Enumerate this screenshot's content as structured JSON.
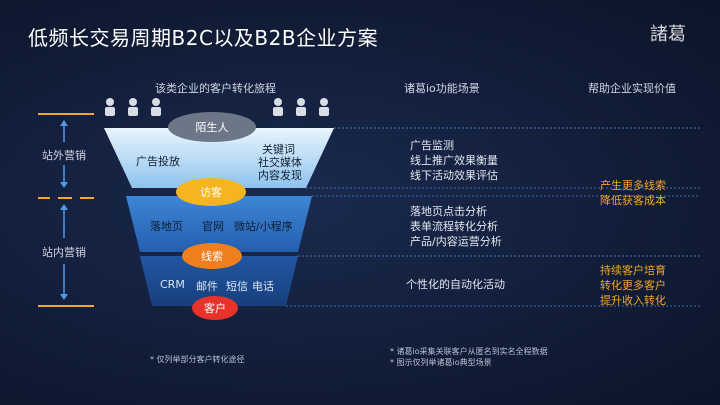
{
  "title": "低频长交易周期B2C以及B2B企业方案",
  "logo": "諸葛",
  "columns": {
    "funnel": "该类企业的客户转化旅程",
    "function": "诸葛io功能场景",
    "value": "帮助企业实现价值"
  },
  "stages": {
    "outside": "站外营销",
    "inside": "站内营销"
  },
  "funnel": {
    "ovals": [
      "陌生人",
      "访客",
      "线索",
      "客户"
    ],
    "layer1": {
      "left": "广告投放",
      "right": [
        "关键词",
        "社交媒体",
        "内容发现"
      ]
    },
    "layer2": [
      "落地页",
      "官网",
      "微站/小程序"
    ],
    "layer3": [
      "CRM",
      "邮件",
      "短信",
      "电话"
    ]
  },
  "functions": {
    "group1": [
      "广告监测",
      "线上推广效果衡量",
      "线下活动效果评估"
    ],
    "group2": [
      "落地页点击分析",
      "表单流程转化分析",
      "产品/内容运营分析"
    ],
    "group3": [
      "个性化的自动化活动"
    ]
  },
  "values": {
    "group1": [
      "产生更多线索",
      "降低获客成本"
    ],
    "group2": [
      "持续客户培育",
      "转化更多客户",
      "提升收入转化"
    ]
  },
  "notes": {
    "left": "* 仅列举部分客户转化途径",
    "right": [
      "诸葛io采集关联客户从匿名到实名全程数据",
      "图示仅列举诸葛io典型场景"
    ]
  },
  "colors": {
    "accent": "#f5a623",
    "background": "#101a33",
    "funnel_top": "#cfe6f7",
    "funnel_mid": "#2f6fbf",
    "funnel_bottom": "#1d4a8c"
  }
}
